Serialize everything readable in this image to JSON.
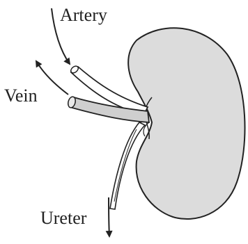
{
  "labels": {
    "artery": "Artery",
    "vein": "Vein",
    "ureter": "Ureter"
  },
  "colors": {
    "kidney_fill": "#dcdcdc",
    "vessel_fill": "#ffffff",
    "vein_fill": "#cfcfcf",
    "stroke": "#222222"
  },
  "flow_arrows": {
    "artery": "inward",
    "vein": "outward",
    "ureter": "downward"
  }
}
